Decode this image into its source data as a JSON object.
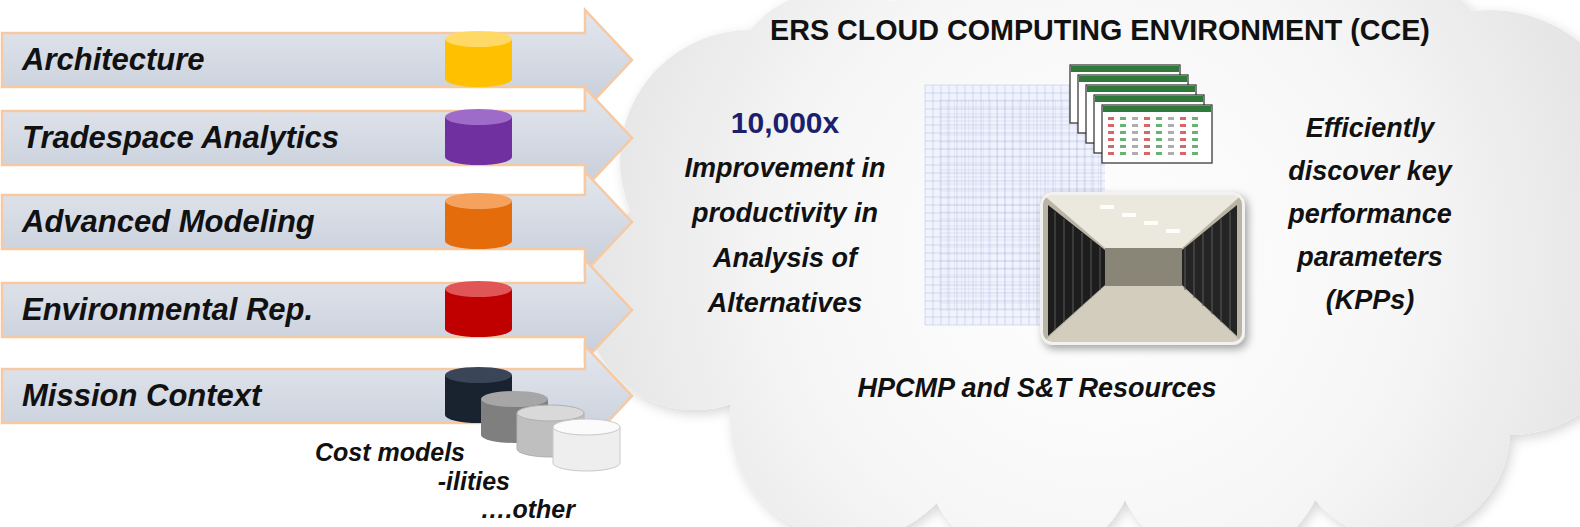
{
  "diagram": {
    "nodes": [
      {
        "text": [
          "Architecture"
        ]
      },
      {
        "text": [
          "Tradespace Analytics"
        ]
      },
      {
        "text": [
          "Advanced Modeling"
        ]
      },
      {
        "text": [
          "Environmental Rep."
        ]
      },
      {
        "text": [
          "Mission Context"
        ]
      },
      {
        "text": [
          "ERS CLOUD COMPUTING ENVIRONMENT (CCE)",
          "10,000x",
          "Improvement in productivity in Analysis of Alternatives",
          "Efficiently discover key performance parameters (KPPs)",
          "HPCMP and S&T Resources"
        ]
      }
    ],
    "labels": [
      "Cost models",
      "-ilities",
      "….other"
    ]
  }
}
